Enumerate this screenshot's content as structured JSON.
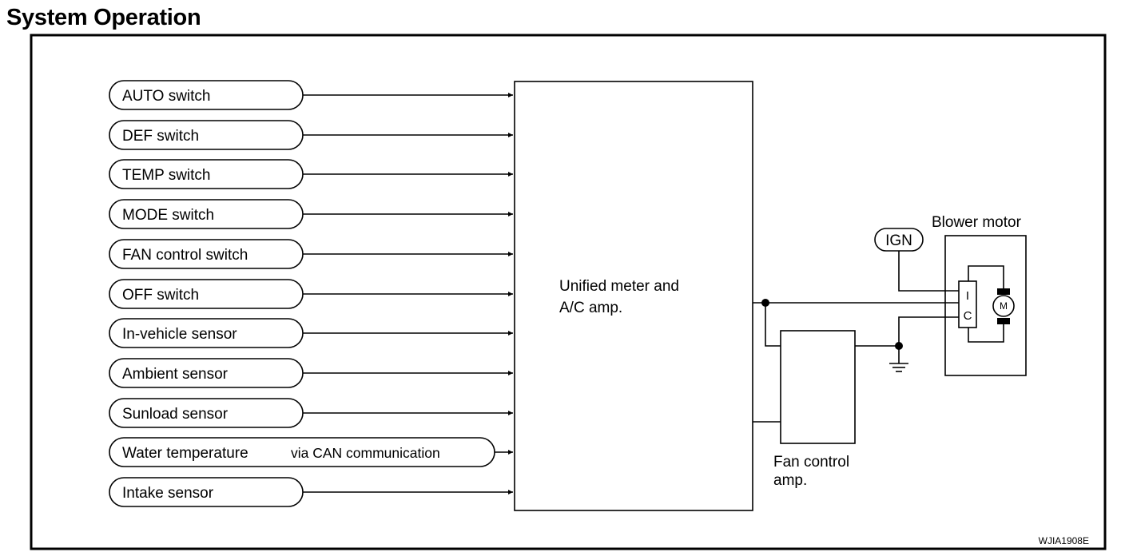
{
  "page": {
    "title": "System Operation"
  },
  "inputs": [
    {
      "id": "auto-switch",
      "label": "AUTO switch"
    },
    {
      "id": "def-switch",
      "label": "DEF switch"
    },
    {
      "id": "temp-switch",
      "label": "TEMP switch"
    },
    {
      "id": "mode-switch",
      "label": "MODE switch"
    },
    {
      "id": "fan-control-switch",
      "label": "FAN control switch"
    },
    {
      "id": "off-switch",
      "label": "OFF switch"
    },
    {
      "id": "in-vehicle-sensor",
      "label": "In-vehicle sensor"
    },
    {
      "id": "ambient-sensor",
      "label": "Ambient sensor"
    },
    {
      "id": "sunload-sensor",
      "label": "Sunload sensor"
    },
    {
      "id": "water-temperature",
      "label": "Water temperature",
      "suffix": "via CAN communication"
    },
    {
      "id": "intake-sensor",
      "label": "Intake sensor"
    }
  ],
  "amp": {
    "line1": "Unified meter and",
    "line2": "A/C amp."
  },
  "fan_amp": {
    "line1": "Fan control",
    "line2": "amp."
  },
  "ign": {
    "label": "IGN"
  },
  "blower": {
    "title": "Blower motor",
    "ic_letter_1": "I",
    "ic_letter_2": "C",
    "motor_letter": "M"
  },
  "reference": {
    "code": "WJIA1908E"
  }
}
